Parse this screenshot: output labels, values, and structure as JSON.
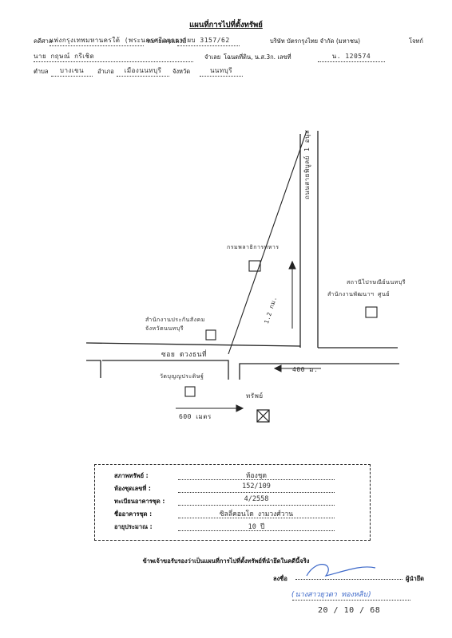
{
  "header": {
    "title": "แผนที่การไปที่ตั้งทรัพย์",
    "case_label": "คดีศาล",
    "court_value": "แพ่งกรุงเทพมหานครใต้ (พระนครศรีอยุธยา)",
    "case_no_label": "หมายเลขแดงที่",
    "case_no_value": "ผบ 3157/62",
    "company": "บริษัท บัตรกรุงไทย จำกัด (มหาชน)",
    "plaintiff_label": "โจทก์",
    "defendant_value": "นาย กฤษณ์  กรีเชิด",
    "defendant_role": "จำเลย",
    "deed_label": "โฉนดที่ดิน, น.ส.3ก. เลขที่",
    "deed_value": "น. 120574",
    "subdistrict_label": "ตำบล",
    "subdistrict_value": "บางเขน",
    "district_label": "อำเภอ",
    "district_value": "เมืองนนทบุรี",
    "province_label": "จังหวัด",
    "province_value": "นนทบุรี"
  },
  "map": {
    "road_main": "ถนนสายพิบูลย์ 1 อนุส",
    "distance_vertical": "1.2 กม.",
    "soi_label": "ซอย ดวงธนที่",
    "distance_right": "400 ม.",
    "distance_bottom": "600 เมตร",
    "property_label": "ทรัพย์",
    "landmarks": [
      "กรมพลาธิการทหาร",
      "สถานีไปรษณีย์นนทบุรี",
      "สำนักงานประกันสังคม",
      "จังหวัดนนทบุรี",
      "สำนักงานพัฒนาฯ ศูนย์",
      "วัดบุญญประดิษฐ์"
    ]
  },
  "info": {
    "rows": [
      {
        "label": "สภาพทรัพย์ :",
        "value": "ห้องชุด"
      },
      {
        "label": "ห้องชุดเลขที่ :",
        "value": "152/109"
      },
      {
        "label": "ทะเบียนอาคารชุด :",
        "value": "4/2558"
      },
      {
        "label": "ชื่ออาคารชุด :",
        "value": "ซิลลี่คอนโด งามวงศ์วาน"
      },
      {
        "label": "อายุประมาณ :",
        "value": "10 ปี"
      }
    ]
  },
  "certification": "ข้าพเจ้าขอรับรองว่าเป็นแผนที่การไปที่ตั้งทรัพย์ที่นำยึดในคดีนี้จริง",
  "signature": {
    "sign_label": "ลงชื่อ",
    "role": "ผู้นำยึด",
    "name": "(นางสาวยุวดา ทองหลิบ)",
    "date": "20 / 10 / 68"
  }
}
